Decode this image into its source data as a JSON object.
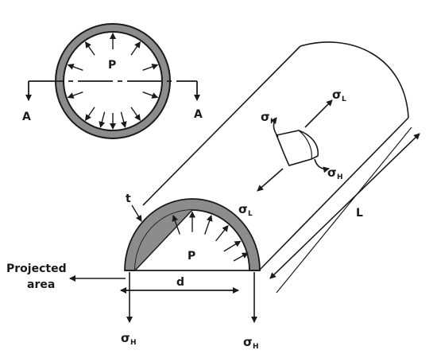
{
  "labels": {
    "pressure_ring": "P",
    "pressure_half": "P",
    "section_left": "A",
    "section_right": "A",
    "thickness": "t",
    "diameter": "d",
    "length": "L",
    "projected_line1": "Projected",
    "projected_line2": "area"
  },
  "stresses": {
    "sigma": "σ",
    "hoop_sub": "H",
    "long_sub": "L"
  },
  "colors": {
    "wall": "#8c8c8c",
    "stroke": "#1a1a1a"
  }
}
